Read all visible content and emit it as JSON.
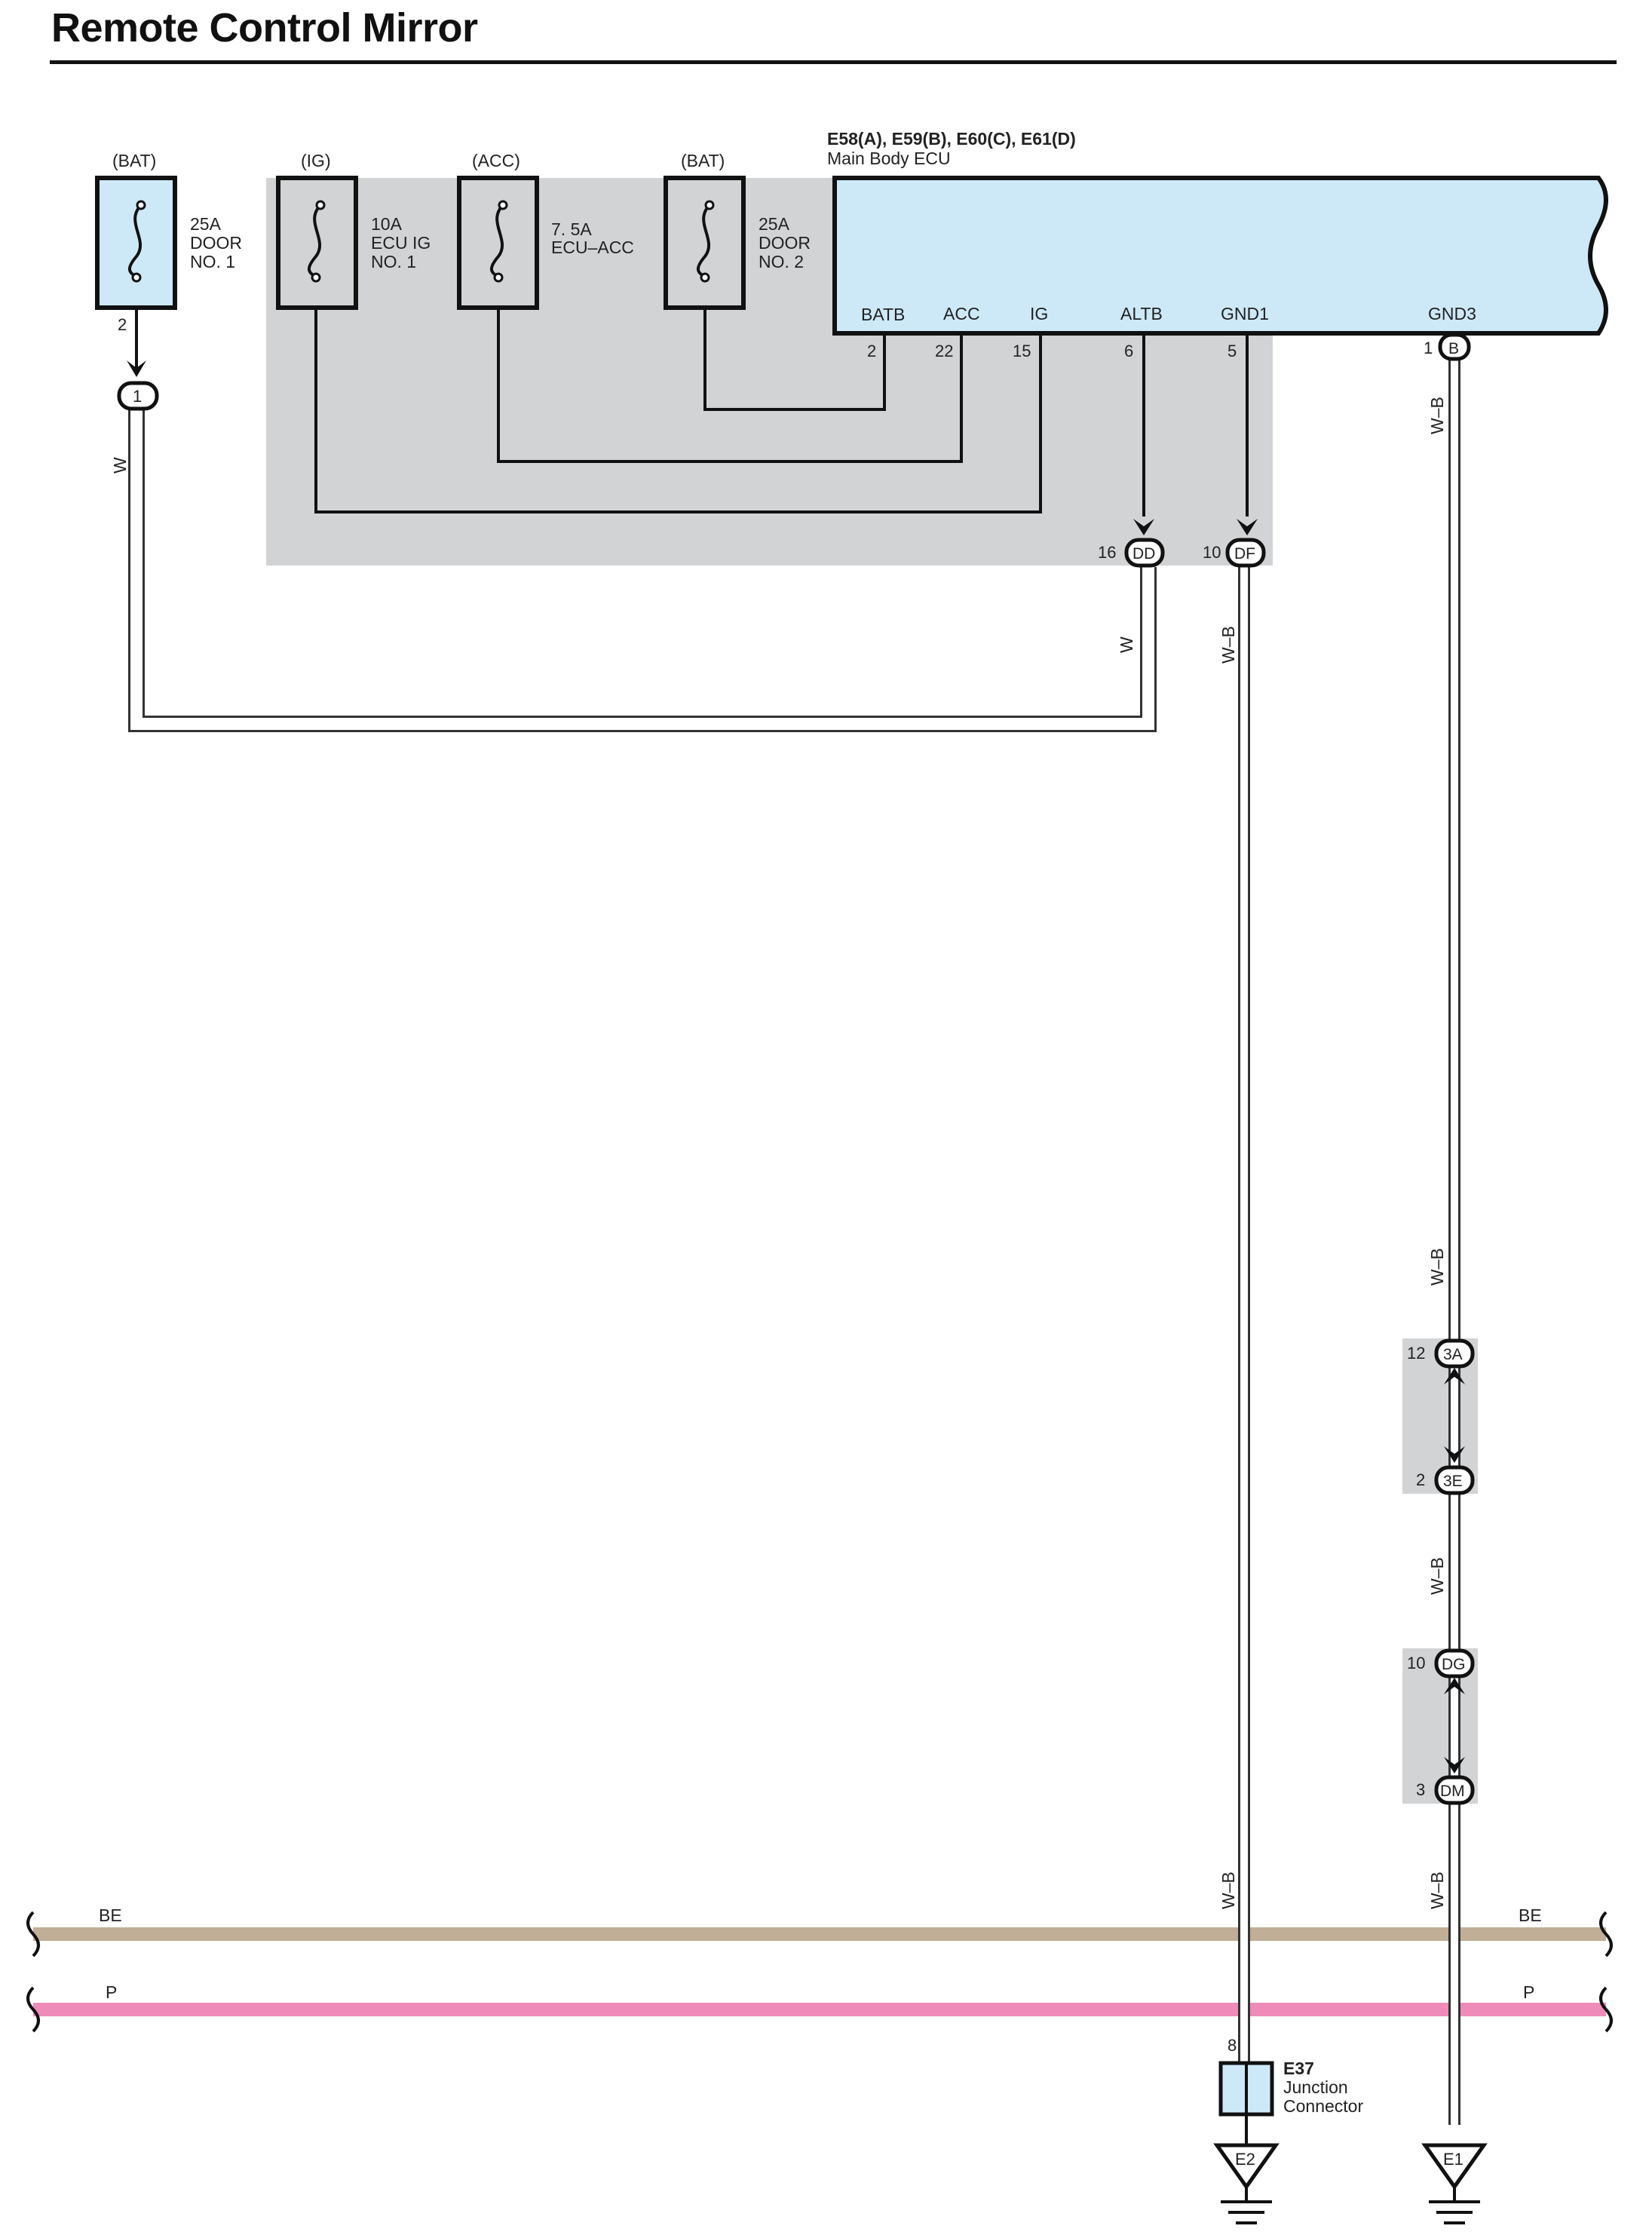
{
  "title": "Remote Control Mirror",
  "colors": {
    "shade": "#d2d3d5",
    "component_fill": "#cde9f8",
    "wire_white": "#ffffff",
    "wire_outline": "#333333",
    "bus_be": "#c1ae96",
    "bus_p": "#ef8bb8"
  },
  "ecu": {
    "connectors": "E58(A), E59(B), E60(C), E61(D)",
    "name": "Main Body ECU",
    "pins": [
      {
        "label": "BATB",
        "number": "2"
      },
      {
        "label": "ACC",
        "number": "22"
      },
      {
        "label": "IG",
        "number": "15"
      },
      {
        "label": "ALTB",
        "number": "6"
      },
      {
        "label": "GND1",
        "number": "5"
      },
      {
        "label": "GND3",
        "number": "1"
      }
    ],
    "gnd3_connector": "B"
  },
  "fuses": [
    {
      "source": "(BAT)",
      "rating": "25A",
      "name_line1": "DOOR",
      "name_line2": "NO. 1"
    },
    {
      "source": "(IG)",
      "rating": "10A",
      "name_line1": "ECU IG",
      "name_line2": "NO. 1"
    },
    {
      "source": "(ACC)",
      "rating": "7. 5A",
      "name_line1": "ECU–ACC",
      "name_line2": ""
    },
    {
      "source": "(BAT)",
      "rating": "25A",
      "name_line1": "DOOR",
      "name_line2": "NO. 2"
    }
  ],
  "fuse1_pin": "2",
  "junction_1": "1",
  "connectors": {
    "dd": {
      "pin": "16",
      "id": "DD"
    },
    "df": {
      "pin": "10",
      "id": "DF"
    },
    "c3a": {
      "pin": "12",
      "id": "3A"
    },
    "c3e": {
      "pin": "2",
      "id": "3E"
    },
    "dg": {
      "pin": "10",
      "id": "DG"
    },
    "dm": {
      "pin": "3",
      "id": "DM"
    }
  },
  "wires": {
    "w_left": "W",
    "w_dd": "W",
    "wb_df": "W–B",
    "wb_gnd3_upper": "W–B",
    "wb_gnd3_mid": "W–B",
    "wb_gnd3_lower": "W–B",
    "wb_gnd3_bottom": "W–B",
    "wb_df_bottom": "W–B"
  },
  "buses": {
    "be_left": "BE",
    "be_right": "BE",
    "p_left": "P",
    "p_right": "P"
  },
  "e37": {
    "pin": "8",
    "id": "E37",
    "line1": "Junction",
    "line2": "Connector"
  },
  "grounds": {
    "e2": "E2",
    "e1": "E1"
  }
}
